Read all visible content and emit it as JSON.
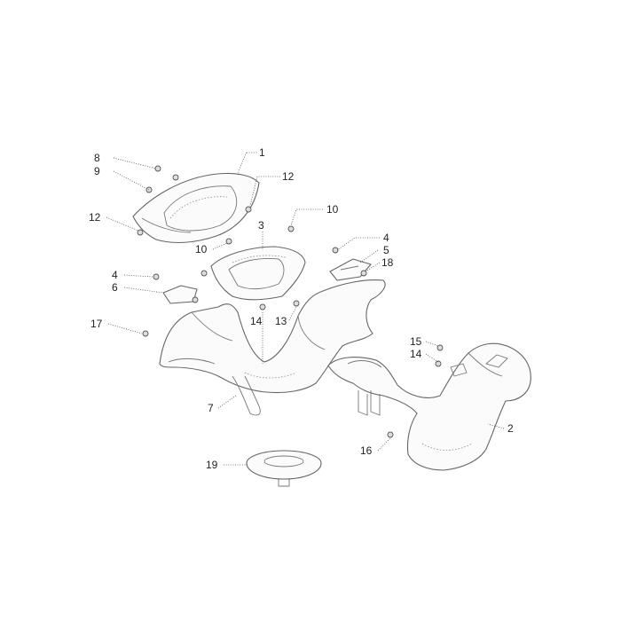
{
  "callouts": [
    {
      "id": "c1",
      "text": "1"
    },
    {
      "id": "c8",
      "text": "8"
    },
    {
      "id": "c9",
      "text": "9"
    },
    {
      "id": "c12a",
      "text": "12"
    },
    {
      "id": "c12b",
      "text": "12"
    },
    {
      "id": "c10a",
      "text": "10"
    },
    {
      "id": "c3",
      "text": "3"
    },
    {
      "id": "c10b",
      "text": "10"
    },
    {
      "id": "c4a",
      "text": "4"
    },
    {
      "id": "c5",
      "text": "5"
    },
    {
      "id": "c18",
      "text": "18"
    },
    {
      "id": "c4b",
      "text": "4"
    },
    {
      "id": "c6",
      "text": "6"
    },
    {
      "id": "c14a",
      "text": "14"
    },
    {
      "id": "c13",
      "text": "13"
    },
    {
      "id": "c17",
      "text": "17"
    },
    {
      "id": "c15",
      "text": "15"
    },
    {
      "id": "c14b",
      "text": "14"
    },
    {
      "id": "c7",
      "text": "7"
    },
    {
      "id": "c2",
      "text": "2"
    },
    {
      "id": "c16",
      "text": "16"
    },
    {
      "id": "c19",
      "text": "19"
    }
  ]
}
